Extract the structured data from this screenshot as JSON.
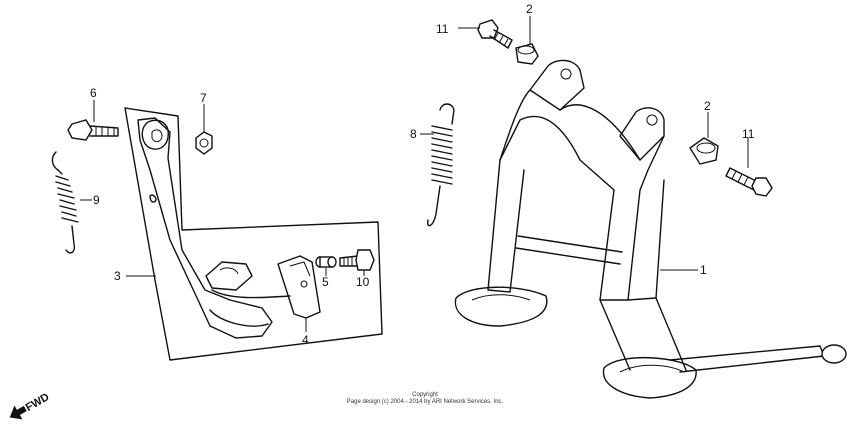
{
  "callouts": [
    {
      "id": "c11a",
      "text": "11"
    },
    {
      "id": "c2a",
      "text": "2"
    },
    {
      "id": "c6",
      "text": "6"
    },
    {
      "id": "c7",
      "text": "7"
    },
    {
      "id": "c8",
      "text": "8"
    },
    {
      "id": "c2b",
      "text": "2"
    },
    {
      "id": "c11b",
      "text": "11"
    },
    {
      "id": "c9",
      "text": "9"
    },
    {
      "id": "c3",
      "text": "3"
    },
    {
      "id": "c5",
      "text": "5"
    },
    {
      "id": "c10",
      "text": "10"
    },
    {
      "id": "c4",
      "text": "4"
    },
    {
      "id": "c1",
      "text": "1"
    }
  ],
  "copyright": {
    "line1": "Copyright",
    "line2": "Page design (c) 2004 - 2014 by ARI Network Services, Inc."
  },
  "fwd_label": "FWD"
}
